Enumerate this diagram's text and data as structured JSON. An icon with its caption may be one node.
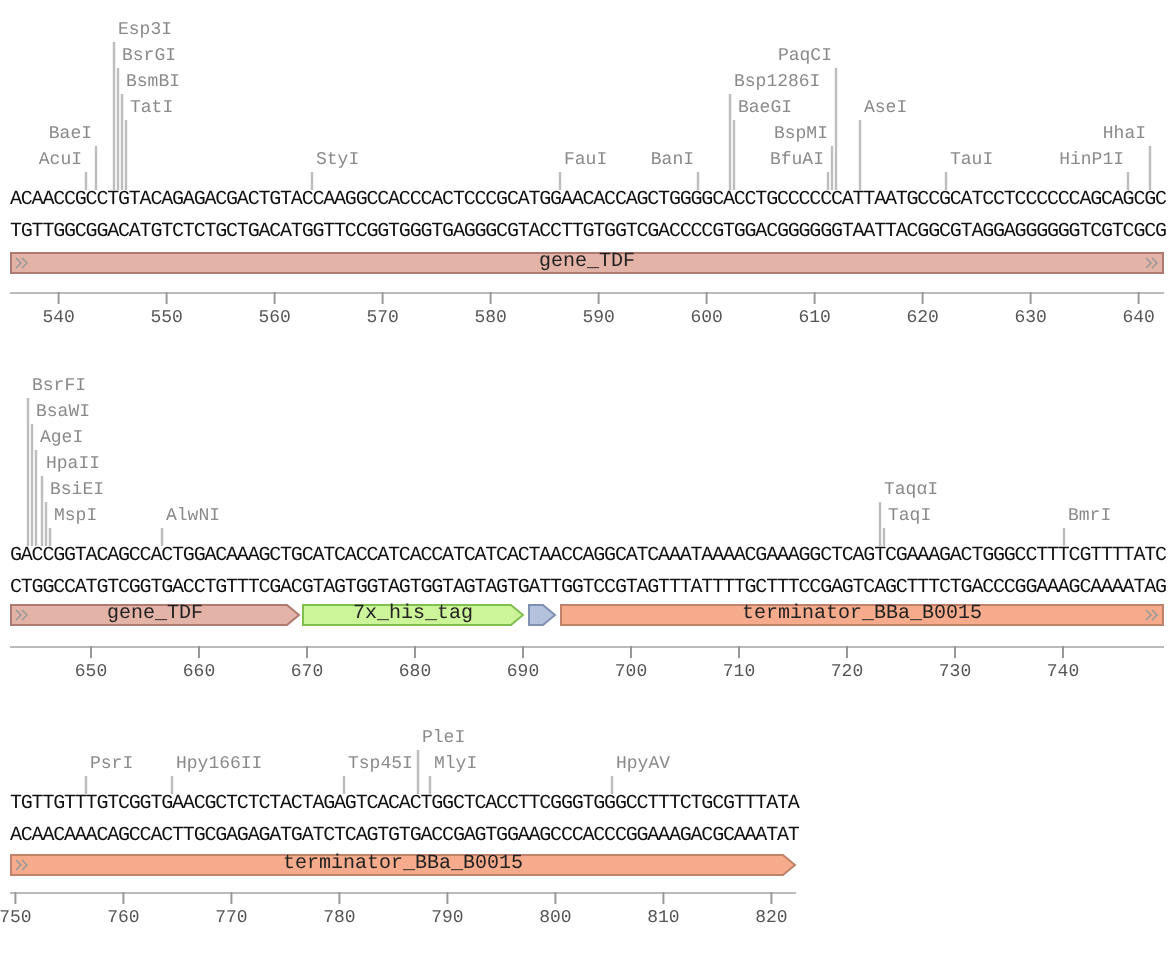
{
  "diagram": {
    "nodes": [
      {
        "text": [
          "gene_TDF"
        ]
      },
      {
        "text": [
          "gene_TDF"
        ]
      },
      {
        "text": [
          "7x_his_tag"
        ]
      },
      {
        "text": [],
        "shape": "arrow"
      },
      {
        "text": [
          "terminator_BBa_B0015"
        ]
      },
      {
        "text": [
          "terminator_BBa_B0015"
        ]
      },
      {
        "text": [
          "BaeI"
        ]
      },
      {
        "text": [
          "AcuI"
        ]
      },
      {
        "text": [
          "Esp3I"
        ]
      },
      {
        "text": [
          "BsrGI"
        ]
      },
      {
        "text": [
          "BsmBI"
        ]
      },
      {
        "text": [
          "TatI"
        ]
      },
      {
        "text": [
          "StyI"
        ]
      },
      {
        "text": [
          "FauI"
        ]
      },
      {
        "text": [
          "BanI"
        ]
      },
      {
        "text": [
          "Bsp1286I"
        ]
      },
      {
        "text": [
          "BaeGI"
        ]
      },
      {
        "text": [
          "PaqCI"
        ]
      },
      {
        "text": [
          "BspMI"
        ]
      },
      {
        "text": [
          "BfuAI"
        ]
      },
      {
        "text": [
          "AseI"
        ]
      },
      {
        "text": [
          "TauI"
        ]
      },
      {
        "text": [
          "HhaI"
        ]
      },
      {
        "text": [
          "HinP1I"
        ]
      },
      {
        "text": [
          "BsrFI"
        ]
      },
      {
        "text": [
          "BsaWI"
        ]
      },
      {
        "text": [
          "AgeI"
        ]
      },
      {
        "text": [
          "HpaII"
        ]
      },
      {
        "text": [
          "BsiEI"
        ]
      },
      {
        "text": [
          "MspI"
        ]
      },
      {
        "text": [
          "AlwNI"
        ]
      },
      {
        "text": [
          "TaqαI"
        ]
      },
      {
        "text": [
          "TaqI"
        ]
      },
      {
        "text": [
          "BmrI"
        ]
      },
      {
        "text": [
          "PsrI"
        ]
      },
      {
        "text": [
          "Hpy166II"
        ]
      },
      {
        "text": [
          "Tsp45I"
        ]
      },
      {
        "text": [
          "PleI"
        ]
      },
      {
        "text": [
          "MlyI"
        ]
      },
      {
        "text": [
          "HpyAV"
        ]
      },
      {
        "text": [
          "ACAACCGCCTGTACAGAGACGACTGTACCAAGGCCACCCACTCCCGCATGGAACACCAGCTGGGGCACCTGCCCCCCATTAATGCCGCATCCTCCCCCCAGCAGCGC"
        ]
      },
      {
        "text": [
          "GACCGGTACAGCCACTGGACAAAGCTGCATCACCATCACCATCATCACTAACCAGGCATCAAATAAAACGAAAGGCTCAGTCGAAAGACTGGGCCTTTCGTTTTATC"
        ]
      },
      {
        "text": [
          "TGTTGTTTGTCGGTGAACGCTCTCTACTAGAGTCACACTGGCTCACCTTCGGGTGGGCCTTTCTGCGTTTATA"
        ]
      }
    ],
    "edges": [
      {
        "from": 6,
        "to": 40,
        "arrow": "none"
      },
      {
        "from": 7,
        "to": 40,
        "arrow": "none"
      },
      {
        "from": 8,
        "to": 40,
        "arrow": "none"
      },
      {
        "from": 9,
        "to": 40,
        "arrow": "none"
      },
      {
        "from": 10,
        "to": 40,
        "arrow": "none"
      },
      {
        "from": 11,
        "to": 40,
        "arrow": "none"
      },
      {
        "from": 12,
        "to": 40,
        "arrow": "none"
      },
      {
        "from": 13,
        "to": 40,
        "arrow": "none"
      },
      {
        "from": 14,
        "to": 40,
        "arrow": "none"
      },
      {
        "from": 15,
        "to": 40,
        "arrow": "none"
      },
      {
        "from": 16,
        "to": 40,
        "arrow": "none"
      },
      {
        "from": 17,
        "to": 40,
        "arrow": "none"
      },
      {
        "from": 18,
        "to": 40,
        "arrow": "none"
      },
      {
        "from": 19,
        "to": 40,
        "arrow": "none"
      },
      {
        "from": 20,
        "to": 40,
        "arrow": "none"
      },
      {
        "from": 21,
        "to": 40,
        "arrow": "none"
      },
      {
        "from": 22,
        "to": 40,
        "arrow": "none"
      },
      {
        "from": 23,
        "to": 40,
        "arrow": "none"
      },
      {
        "from": 24,
        "to": 41,
        "arrow": "none"
      },
      {
        "from": 25,
        "to": 41,
        "arrow": "none"
      },
      {
        "from": 26,
        "to": 41,
        "arrow": "none"
      },
      {
        "from": 27,
        "to": 41,
        "arrow": "none"
      },
      {
        "from": 28,
        "to": 41,
        "arrow": "none"
      },
      {
        "from": 29,
        "to": 41,
        "arrow": "none"
      },
      {
        "from": 30,
        "to": 41,
        "arrow": "none"
      },
      {
        "from": 31,
        "to": 41,
        "arrow": "none"
      },
      {
        "from": 32,
        "to": 41,
        "arrow": "none"
      },
      {
        "from": 33,
        "to": 41,
        "arrow": "none"
      },
      {
        "from": 34,
        "to": 42,
        "arrow": "none"
      },
      {
        "from": 35,
        "to": 42,
        "arrow": "none"
      },
      {
        "from": 36,
        "to": 42,
        "arrow": "none"
      },
      {
        "from": 37,
        "to": 42,
        "arrow": "none"
      },
      {
        "from": 38,
        "to": 42,
        "arrow": "none"
      },
      {
        "from": 39,
        "to": 42,
        "arrow": "none"
      }
    ],
    "labels": [
      "TGTTGGCGGACATGTCTCTGCTGACATGGTTCCGGTGGGTGAGGGCGTACCTTGTGGTCGACCCCGTGGACGGGGGGTAATTACGGCGTAGGAGGGGGGTCGTCGCG",
      "540",
      "550",
      "560",
      "570",
      "580",
      "590",
      "600",
      "610",
      "620",
      "630",
      "640",
      "CTGGCCATGTCGGTGACCTGTTTCGACGTAGTGGTAGTGGTAGTAGTGATTGGTCCGTAGTTTATTTTGCTTTCCGAGTCAGCTTTCTGACCCGGAAAGCAAAATAG",
      "650",
      "660",
      "670",
      "680",
      "690",
      "700",
      "710",
      "720",
      "730",
      "740",
      "ACAACAAACAGCCACTTGCGAGAGATGATCTCAGTGTGACCGAGTGGAAGCCCACCCGGAAAGACGCAAATAT",
      "750",
      "760",
      "770",
      "780",
      "790",
      "800",
      "810",
      "820"
    ]
  }
}
